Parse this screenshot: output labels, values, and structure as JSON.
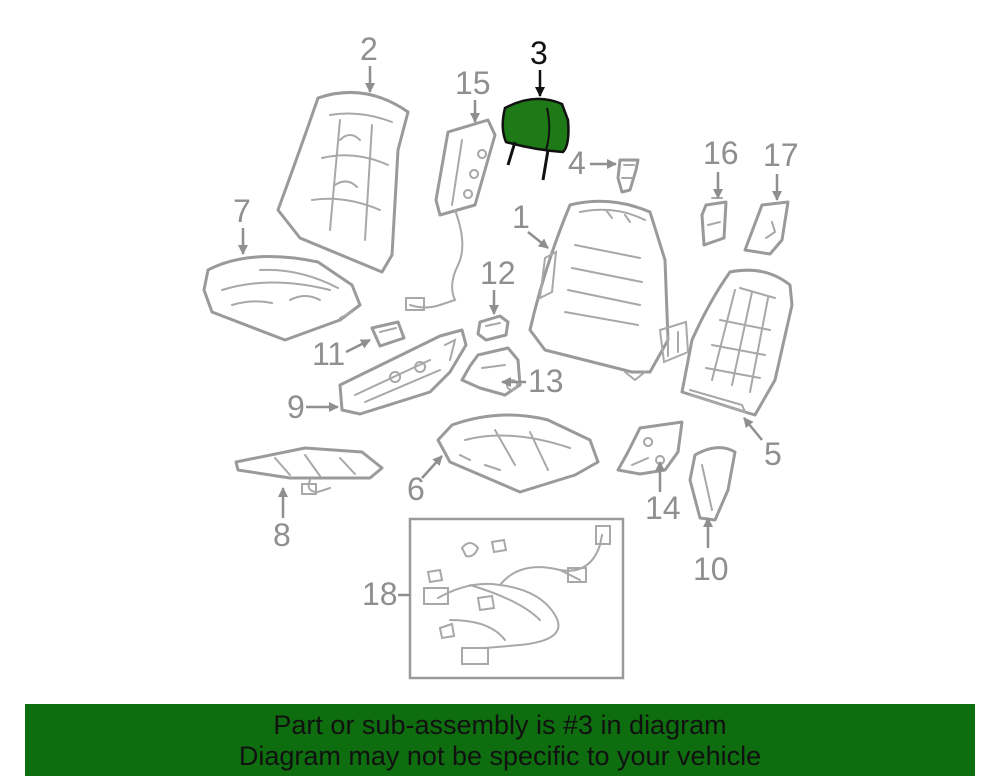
{
  "diagram": {
    "highlighted": "3",
    "highlight_color": "#1e7a16",
    "callouts": [
      "1",
      "2",
      "3",
      "4",
      "5",
      "6",
      "7",
      "8",
      "9",
      "10",
      "11",
      "12",
      "13",
      "14",
      "15",
      "16",
      "17",
      "18"
    ]
  },
  "banner": {
    "line1": "Part or sub-assembly is #3 in diagram",
    "line2": "Diagram may not be specific to your vehicle",
    "bg": "#0e6d0e"
  }
}
